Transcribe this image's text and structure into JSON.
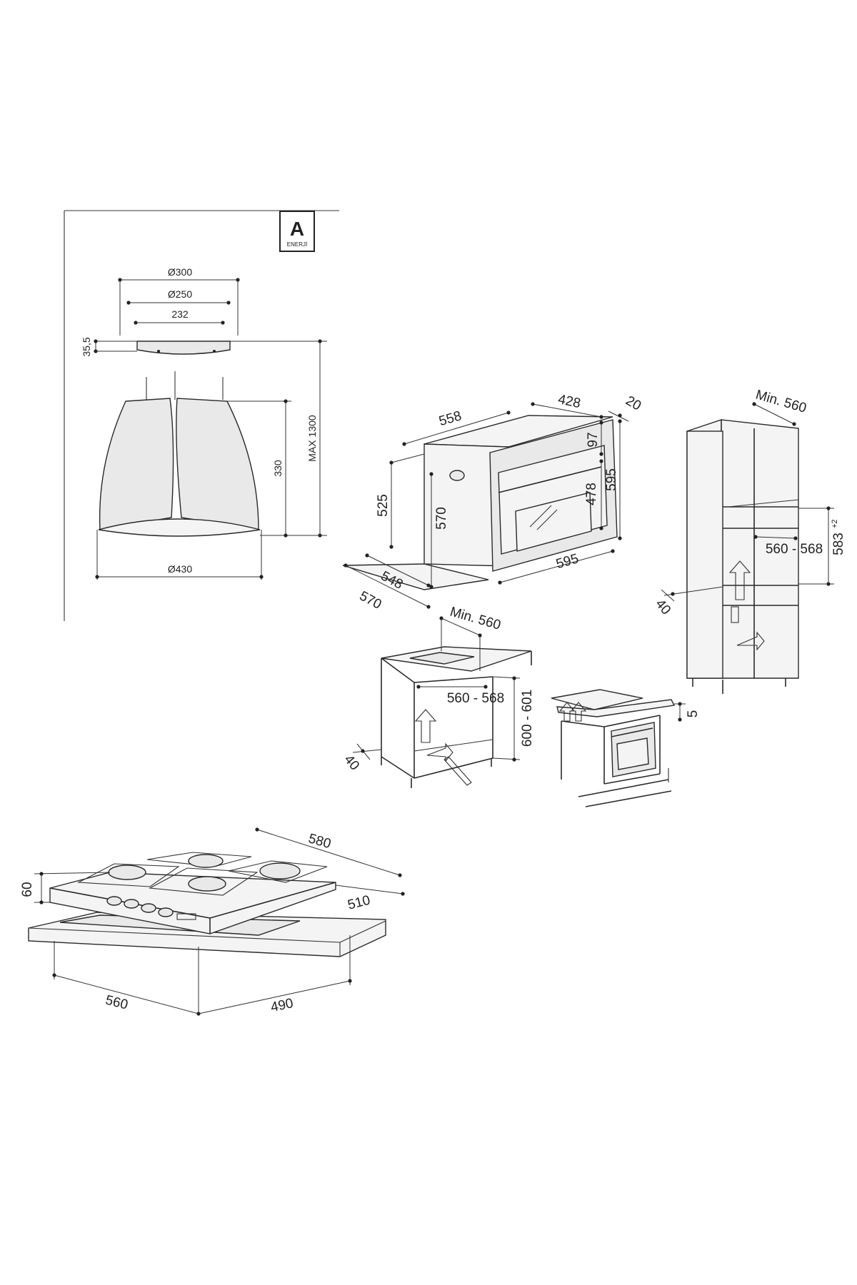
{
  "energy_badge": {
    "letter": "A",
    "caption": "ENERJİ"
  },
  "hood": {
    "d300": "Ø300",
    "d250": "Ø250",
    "w232": "232",
    "h35": "35,5",
    "h330": "330",
    "max1300": "MAX 1300",
    "d430": "Ø430"
  },
  "oven": {
    "w558": "558",
    "d428": "428",
    "t20": "20",
    "h97": "97",
    "h478": "478",
    "h595": "595",
    "h525": "525",
    "h570": "570",
    "w595": "595",
    "d548": "548",
    "d570": "570"
  },
  "column_cabinet": {
    "min560": "Min. 560",
    "w560_568": "560 - 568",
    "h583": "583",
    "h583_sup": "+2",
    "d40": "40"
  },
  "base_cabinet": {
    "min560": "Min. 560",
    "w560_568": "560 - 568",
    "h600_601": "600 - 601",
    "d40": "40"
  },
  "oven_detail": {
    "gap5": "5"
  },
  "hob": {
    "w580": "580",
    "d510": "510",
    "h60": "60",
    "cut560": "560",
    "cut490": "490"
  }
}
